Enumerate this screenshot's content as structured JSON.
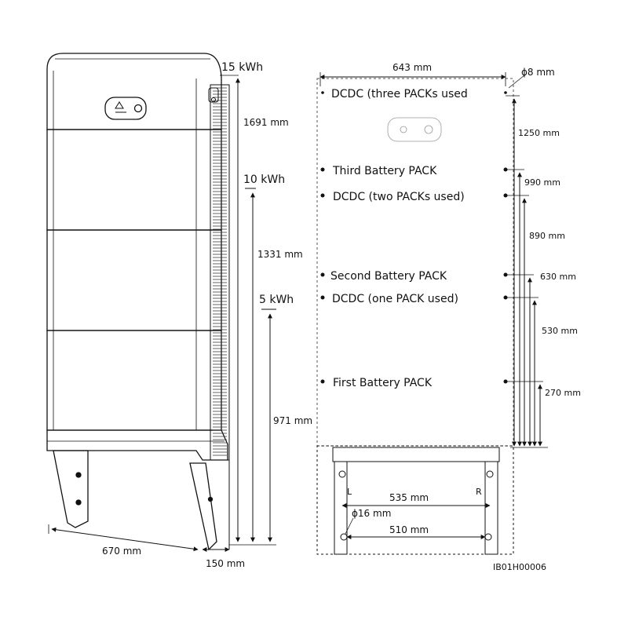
{
  "left_view": {
    "capacity_15": "15 kWh",
    "capacity_10": "10 kWh",
    "capacity_5": "5 kWh",
    "height_1691": "1691 mm",
    "height_1331": "1331 mm",
    "height_971": "971 mm",
    "width_670": "670 mm",
    "depth_150": "150 mm"
  },
  "right_view": {
    "width_643": "643 mm",
    "hole_8": "ϕ8 mm",
    "dcdc_three": "DCDC (three PACKs used",
    "third_pack": "Third Battery PACK",
    "dcdc_two": "DCDC (two PACKs used)",
    "second_pack": "Second Battery PACK",
    "dcdc_one": "DCDC (one PACK used)",
    "first_pack": "First Battery PACK",
    "dim_1250": "1250 mm",
    "dim_990": "990 mm",
    "dim_890": "890 mm",
    "dim_630": "630 mm",
    "dim_530": "530 mm",
    "dim_270": "270 mm",
    "bracket_L": "L",
    "bracket_R": "R",
    "width_535": "535 mm",
    "hole_16": "ϕ16 mm",
    "width_510": "510 mm"
  },
  "figure_ref": "IB01H00006",
  "colors": {
    "line": "#111111",
    "dash": "#555555",
    "fill": "#ffffff",
    "vent": "#333333"
  }
}
